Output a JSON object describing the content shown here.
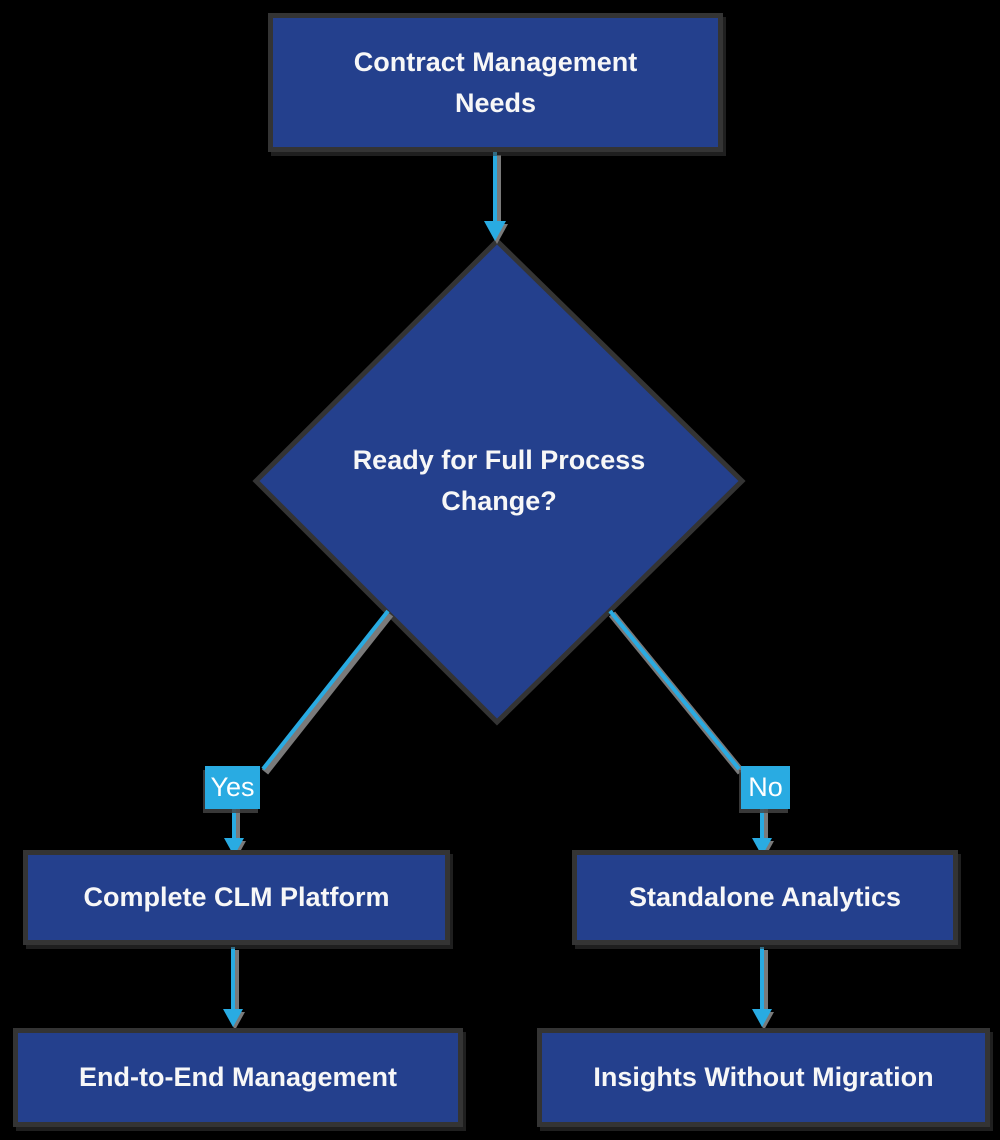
{
  "flowchart": {
    "nodes": [
      {
        "id": "start",
        "type": "rect",
        "label": "Contract Management\nNeeds"
      },
      {
        "id": "decision",
        "type": "diamond",
        "label": "Ready for Full Process\nChange?"
      },
      {
        "id": "complete-clm",
        "type": "rect",
        "label": "Complete CLM Platform"
      },
      {
        "id": "standalone-analytics",
        "type": "rect",
        "label": "Standalone Analytics"
      },
      {
        "id": "end-to-end",
        "type": "rect",
        "label": "End-to-End Management"
      },
      {
        "id": "insights",
        "type": "rect",
        "label": "Insights Without Migration"
      }
    ],
    "edges": [
      {
        "from": "start",
        "to": "decision",
        "label": ""
      },
      {
        "from": "decision",
        "to": "complete-clm",
        "label": "Yes"
      },
      {
        "from": "decision",
        "to": "standalone-analytics",
        "label": "No"
      },
      {
        "from": "complete-clm",
        "to": "end-to-end",
        "label": ""
      },
      {
        "from": "standalone-analytics",
        "to": "insights",
        "label": ""
      }
    ],
    "colors": {
      "background": "#000000",
      "node_fill": "#24408D",
      "node_border": "#343434",
      "node_text": "#F7F7F7",
      "edge_line": "#29ABE2",
      "edge_shadow": "#7A7A7A",
      "edge_label_fill": "#29ABE2",
      "edge_label_text": "#FFFFFF"
    }
  }
}
